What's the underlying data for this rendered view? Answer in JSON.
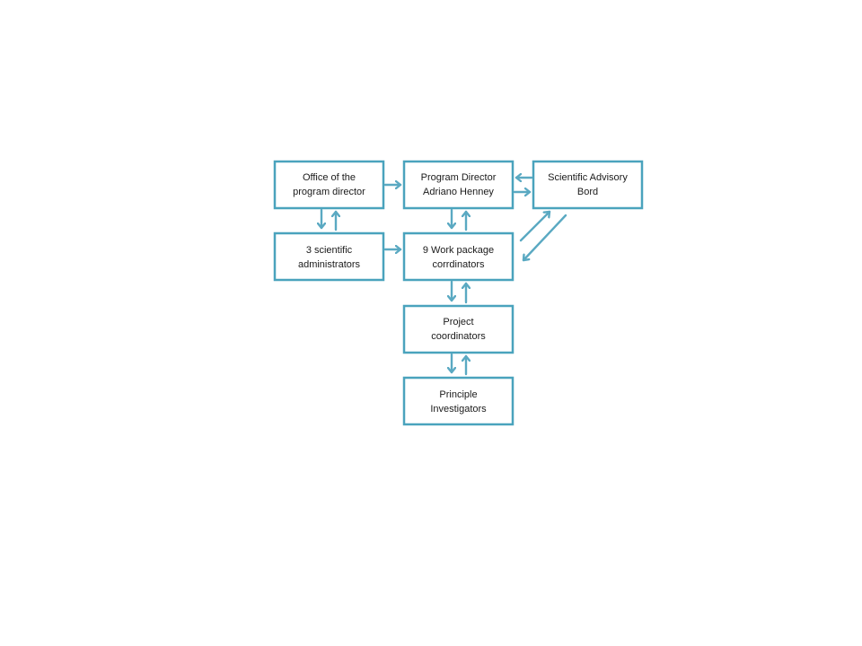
{
  "colors": {
    "box_border": "#4aa3bd",
    "arrow": "#5aa9c2",
    "text": "#1a1a1a",
    "background": "#ffffff"
  },
  "nodes": {
    "office": {
      "line1": "Office of the",
      "line2": "program director"
    },
    "director": {
      "line1": "Program Director",
      "line2": "Adriano Henney"
    },
    "advisory": {
      "line1": "Scientific Advisory",
      "line2": "Bord"
    },
    "admins": {
      "line1": "3 scientific",
      "line2": "administrators"
    },
    "workpackage": {
      "line1": "9 Work package",
      "line2": "corrdinators"
    },
    "project": {
      "line1": "Project",
      "line2": "coordinators"
    },
    "investigators": {
      "line1": "Principle",
      "line2": "Investigators"
    }
  }
}
